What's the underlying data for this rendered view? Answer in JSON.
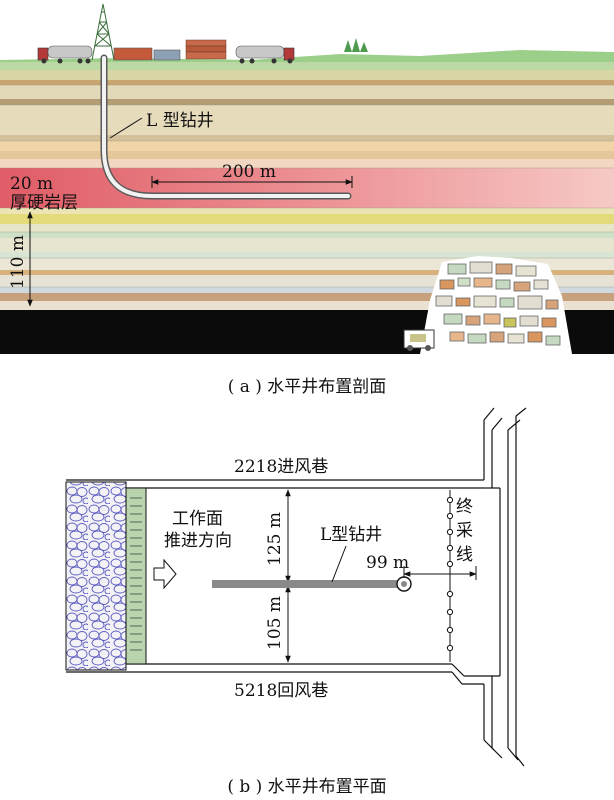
{
  "section": {
    "well_label": "L 型钻井",
    "horizontal_length": "200 m",
    "layer_thickness": "20 m",
    "layer_name": "厚硬岩层",
    "depth": "110 m",
    "caption": "( a ) 水平井布置剖面"
  },
  "plan": {
    "intake_roadway": "2218进风巷",
    "return_roadway": "5218回风巷",
    "face_advance_line1": "工作面",
    "face_advance_line2": "推进方向",
    "dist_top": "125 m",
    "dist_bottom": "105 m",
    "well_label": "L型钻井",
    "stop_distance": "99 m",
    "stop_line_chars": [
      "终",
      "采",
      "线"
    ],
    "caption": "( b ) 水平井布置平面"
  },
  "colors": {
    "hard_rock": "#e26a70",
    "sky": "#ffffff",
    "grass": "#8fc97f",
    "coal": "#0b0b0b",
    "goaf_wall": "#6a6acd",
    "well": "#8a8a8a"
  }
}
